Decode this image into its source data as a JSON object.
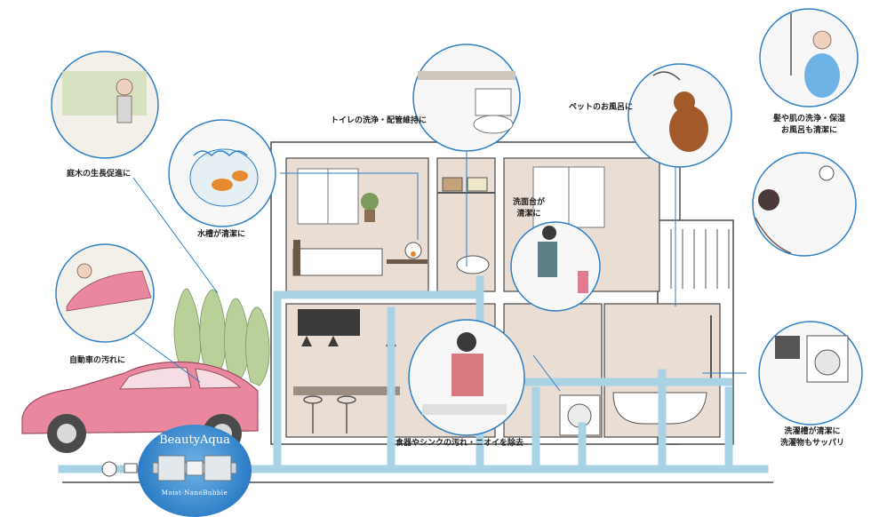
{
  "labels": {
    "garden": "庭木の生長促進に",
    "aquarium": "水槽が清潔に",
    "car": "自動車の汚れに",
    "toilet": "トイレの洗浄・配管維持に",
    "washbasin_line1": "洗面台が",
    "washbasin_line2": "清潔に",
    "pet": "ペットのお風呂に",
    "hair_line1": "髪や肌の洗浄・保湿",
    "hair_line2": "お風呂も清潔に",
    "dishes": "食器やシンクの汚れ・ニオイを除去",
    "laundry_line1": "洗濯槽が清潔に",
    "laundry_line2": "洗濯物もサッパリ"
  },
  "product": {
    "brand": "BeautyAqua",
    "subtitle": "Moist-NanoBubble"
  },
  "colors": {
    "pipe": "#a9d3e4",
    "house_wall": "#e9ddd4",
    "car": "#e9879e",
    "tree": "#b9d09a",
    "badge": "#2f7fc7",
    "line": "#4a4a4a"
  }
}
